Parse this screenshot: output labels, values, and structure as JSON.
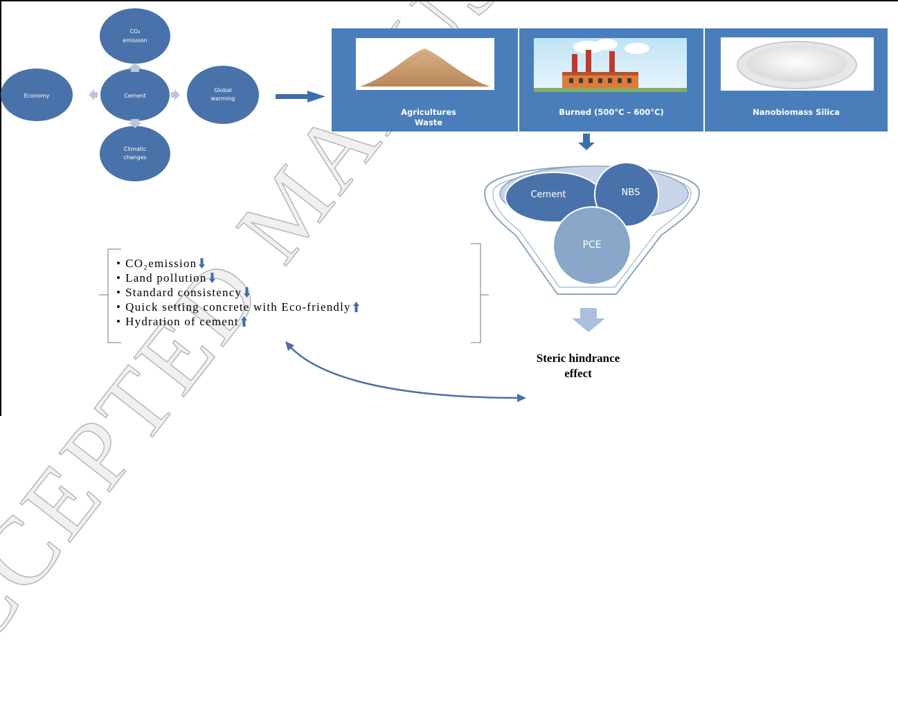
{
  "watermark": "ACCEPTED MANUSCRIPT",
  "issues": {
    "center": "Cement",
    "top": "CO₂ emission",
    "left": "Economy",
    "right": "Global warming",
    "bottom": "Climatic changes"
  },
  "panels": [
    {
      "label": "Agricultures Waste"
    },
    {
      "label": "Burned (500°C – 600°C)"
    },
    {
      "label": "Nanobiomass Silica"
    }
  ],
  "funnel": {
    "cement": "Cement",
    "nbs": "NBS",
    "pce": "PCE"
  },
  "benefits": [
    {
      "text": "CO₂emission",
      "trend": "down"
    },
    {
      "text": "Land pollution",
      "trend": "down"
    },
    {
      "text": "Standard consistency",
      "trend": "down"
    },
    {
      "text": "Quick setting concrete with Eco-friendly",
      "trend": "up"
    },
    {
      "text": "Hydration of cement",
      "trend": "up"
    }
  ],
  "result": "Steric hindrance effect",
  "colors": {
    "node_blue": "#4a72aa",
    "panel_blue": "#4a7ebb",
    "arrow_blue": "#3d6ea8",
    "light_arrow": "#aac0dc"
  }
}
